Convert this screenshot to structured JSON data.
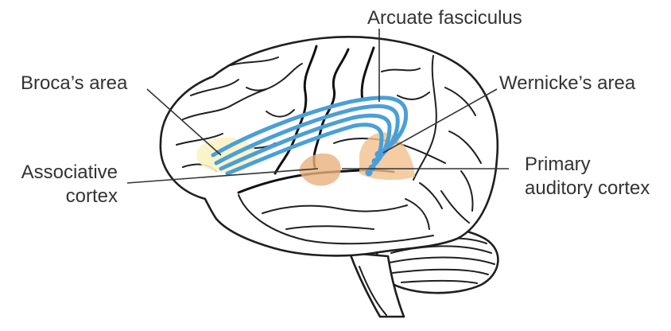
{
  "labels": {
    "arcuate": "Arcuate fasciculus",
    "broca": "Broca’s area",
    "wernicke": "Wernicke’s area",
    "associative_line1": "Associative",
    "associative_line2": "cortex",
    "auditory_line1": "Primary",
    "auditory_line2": "auditory cortex"
  },
  "colors": {
    "tract": "#4a9fd8",
    "broca_region": "#fbf3c4",
    "wernicke_region": "#f3c08e",
    "associative_region": "#eab07d",
    "outline": "#1f1f1f",
    "label_text": "#333333"
  }
}
